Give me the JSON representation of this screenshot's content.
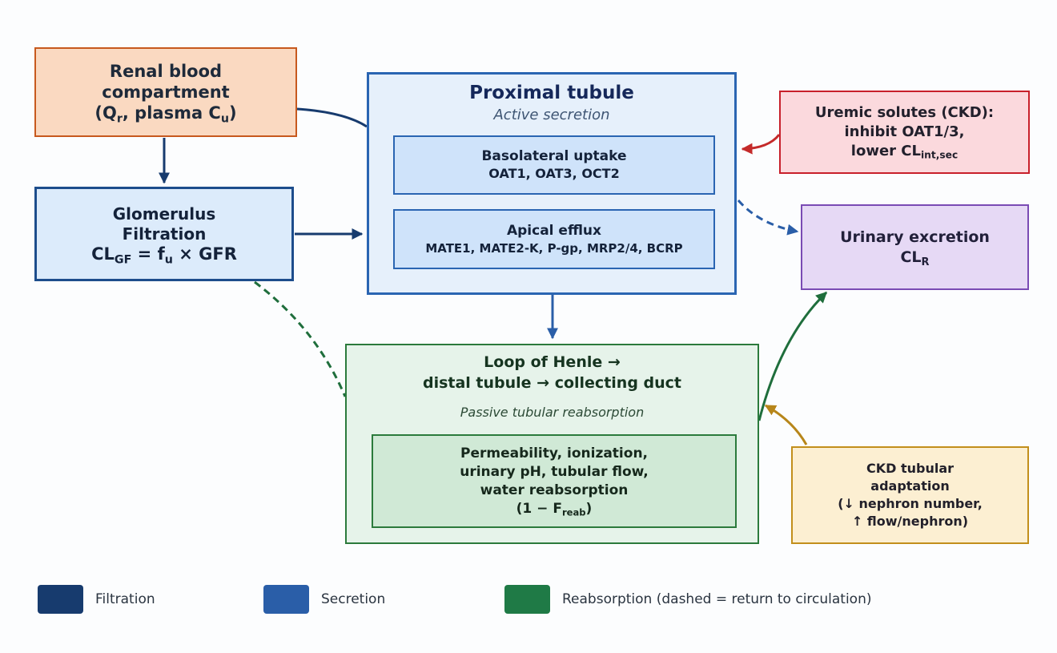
{
  "colors": {
    "filtration": "#173b6e",
    "secretion": "#2a5ea8",
    "reabsorption": "#1f7a46",
    "uremic": "#c42a2a",
    "ckd": "#b7861a"
  },
  "renal": {
    "line1": "Renal blood",
    "line2": "compartment",
    "line3a": "(Q",
    "line3b": "r",
    "line3c": ", plasma C",
    "line3d": "u",
    "line3e": ")"
  },
  "glomerulus": {
    "line1": "Glomerulus",
    "line2": "Filtration",
    "eq_a": "CL",
    "eq_b": "GF",
    "eq_c": " = f",
    "eq_d": "u",
    "eq_e": " × GFR"
  },
  "proximal": {
    "title": "Proximal tubule",
    "subtitle": "Active secretion",
    "basolateral": {
      "title": "Basolateral uptake",
      "items": "OAT1, OAT3, OCT2"
    },
    "apical": {
      "title": "Apical efflux",
      "items": "MATE1, MATE2-K, P-gp, MRP2/4, BCRP"
    }
  },
  "uremic": {
    "line1": "Uremic solutes (CKD):",
    "line2": "inhibit OAT1/3,",
    "line3a": "lower CL",
    "line3b": "int,sec"
  },
  "urinary": {
    "line1": "Urinary excretion",
    "line2a": "CL",
    "line2b": "R"
  },
  "loop": {
    "title_line1": "Loop of Henle →",
    "title_line2": "distal tubule → collecting duct",
    "subtitle": "Passive tubular reabsorption",
    "inner_line1": "Permeability, ionization,",
    "inner_line2": "urinary pH, tubular flow,",
    "inner_line3": "water reabsorption",
    "inner_line4a": "(1 − F",
    "inner_line4b": "reab",
    "inner_line4c": ")"
  },
  "ckd": {
    "line1": "CKD tubular",
    "line2": "adaptation",
    "line3": "(↓ nephron number,",
    "line4": "↑ flow/nephron)"
  },
  "legend": {
    "filtration": "Filtration",
    "secretion": "Secretion",
    "reabsorption": "Reabsorption (dashed = return to circulation)"
  }
}
